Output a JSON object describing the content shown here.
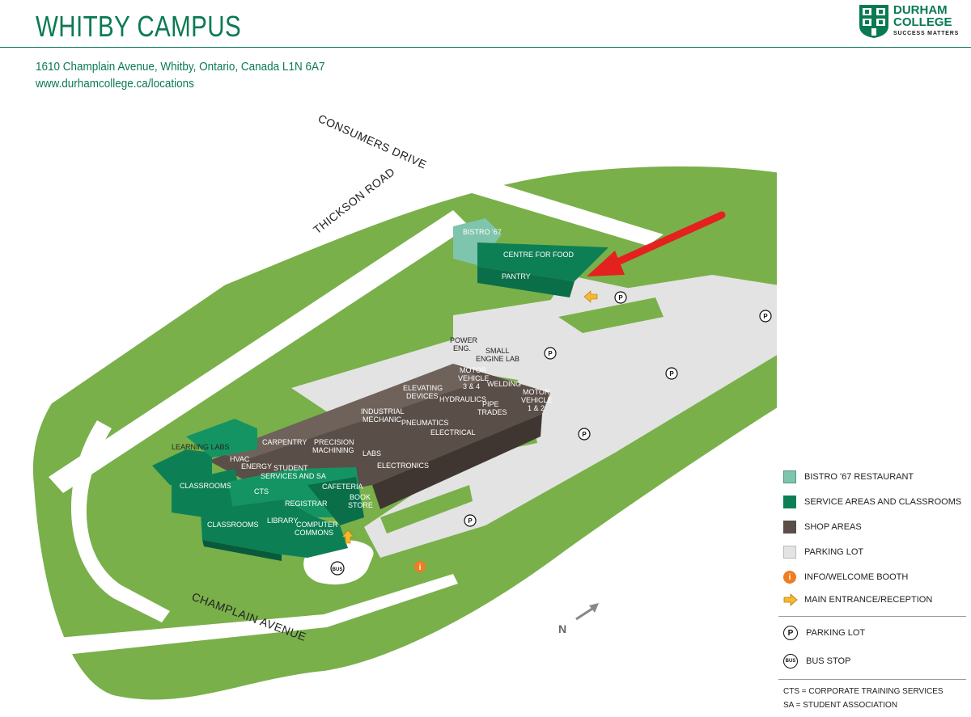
{
  "header": {
    "title": "WHITBY CAMPUS",
    "address": "1610 Champlain Avenue, Whitby, Ontario, Canada L1N 6A7",
    "url": "www.durhamcollege.ca/locations"
  },
  "logo": {
    "line1": "DURHAM",
    "line2": "COLLEGE",
    "tagline": "SUCCESS MATTERS",
    "color": "#0a7a52"
  },
  "roads": {
    "consumers": "CONSUMERS DRIVE",
    "thickson": "THICKSON ROAD",
    "champlain": "CHAMPLAIN AVENUE"
  },
  "buildings": {
    "bistro": "BISTRO '67",
    "centre_food": "CENTRE FOR FOOD",
    "pantry": "PANTRY",
    "power_eng_1": "POWER",
    "power_eng_2": "ENG.",
    "small_engine_1": "SMALL",
    "small_engine_2": "ENGINE LAB",
    "motor34_1": "MOTOR",
    "motor34_2": "VEHICLE",
    "motor34_3": "3 & 4",
    "welding": "WELDING",
    "elevating_1": "ELEVATING",
    "elevating_2": "DEVICES",
    "hydraulics": "HYDRAULICS",
    "pipe_1": "PIPE",
    "pipe_2": "TRADES",
    "motor12_1": "MOTOR",
    "motor12_2": "VEHICLE",
    "motor12_3": "1 & 2",
    "industrial_1": "INDUSTRIAL",
    "industrial_2": "MECHANIC",
    "pneumatics": "PNEUMATICS",
    "electrical": "ELECTRICAL",
    "carpentry": "CARPENTRY",
    "precision_1": "PRECISION",
    "precision_2": "MACHINING",
    "labs": "LABS",
    "electronics": "ELECTRONICS",
    "learning_labs": "LEARNING LABS",
    "hvac": "HVAC",
    "energy": "ENERGY",
    "student_1": "STUDENT",
    "student_2": "SERVICES AND SA",
    "classrooms_top": "CLASSROOMS",
    "cts": "CTS",
    "cafeteria": "CAFETERIA",
    "book_1": "BOOK",
    "book_2": "STORE",
    "registrar": "REGISTRAR",
    "classrooms_bottom": "CLASSROOMS",
    "library": "LIBRARY",
    "computer_1": "COMPUTER",
    "computer_2": "COMMONS"
  },
  "symbols": {
    "parking": "P",
    "bus": "BUS",
    "info": "i",
    "north": "N"
  },
  "legend": {
    "bistro": "BISTRO '67 RESTAURANT",
    "service": "SERVICE AREAS AND CLASSROOMS",
    "shop": "SHOP AREAS",
    "parking_area": "PARKING LOT",
    "info": "INFO/WELCOME BOOTH",
    "entrance": "MAIN ENTRANCE/RECEPTION",
    "parking_symbol": "PARKING LOT",
    "bus": "BUS STOP"
  },
  "notes": {
    "cts": "CTS = CORPORATE TRAINING SERVICES",
    "sa": "SA = STUDENT ASSOCIATION"
  },
  "colors": {
    "grass": "#79b04a",
    "grass_dark": "#5e9438",
    "road": "#ffffff",
    "parking": "#e3e3e3",
    "service": "#0d7f55",
    "service_light": "#159463",
    "shop": "#5a4e48",
    "shop_light": "#6e625b",
    "bistro": "#7fc4ad",
    "accent": "#e4211f",
    "entrance": "#f5b82e",
    "info": "#ee7d23"
  }
}
